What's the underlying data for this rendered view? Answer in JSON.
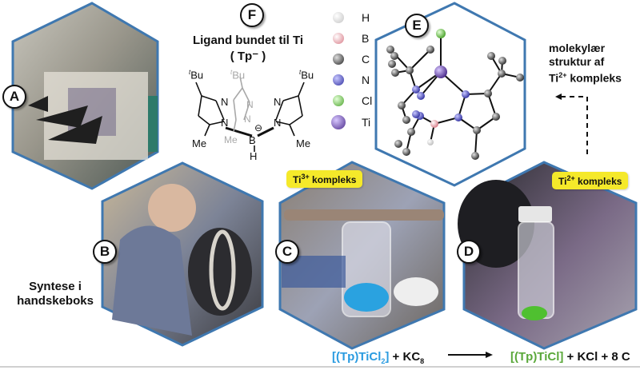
{
  "panels": {
    "A": {
      "label": "A",
      "photo": "glovebox-lab"
    },
    "B": {
      "label": "B",
      "photo": "researcher-at-glovebox",
      "caption_line1": "Syntese i",
      "caption_line2": "handskeboks"
    },
    "C": {
      "label": "C",
      "photo": "vial-blue-powder",
      "tag_prefix": "Ti",
      "tag_sup": "3+",
      "tag_suffix": " kompleks"
    },
    "D": {
      "label": "D",
      "photo": "vial-green-powder",
      "tag_prefix": "Ti",
      "tag_sup": "2+",
      "tag_suffix": " kompleks"
    },
    "E": {
      "label": "E",
      "caption_line1": "molekylær",
      "caption_line2": "struktur af",
      "caption_line3_prefix": "Ti",
      "caption_line3_sup": "2+",
      "caption_line3_suffix": " kompleks"
    },
    "F": {
      "label": "F",
      "title": "Ligand bundet til Ti",
      "subtitle": "( Tp⁻ )"
    }
  },
  "ligand": {
    "tBu_sup": "t",
    "tBu": "Bu",
    "N": "N",
    "B": "B",
    "H": "H",
    "Me": "Me",
    "charge": "⊖"
  },
  "legend": [
    {
      "symbol": "H",
      "color": "#d4d4d4"
    },
    {
      "symbol": "B",
      "color": "#e8a0a8"
    },
    {
      "symbol": "C",
      "color": "#333333"
    },
    {
      "symbol": "N",
      "color": "#4a4ab0"
    },
    {
      "symbol": "Cl",
      "color": "#6cc04a"
    },
    {
      "symbol": "Ti",
      "color": "#5a3a9a"
    }
  ],
  "equation": {
    "reactant1_a": "[(Tp)TiCl",
    "reactant1_sub": "2",
    "reactant1_b": "]",
    "plus1": " + KC",
    "plus1_sub": "8",
    "product1": "[(Tp)TiCl]",
    "rest": " + KCl + 8 C",
    "reactant_color": "#2a9be0",
    "product_color": "#5aa83a"
  },
  "colors": {
    "hex_border": "#3f78b0",
    "tag_yellow": "#f5e92a"
  }
}
